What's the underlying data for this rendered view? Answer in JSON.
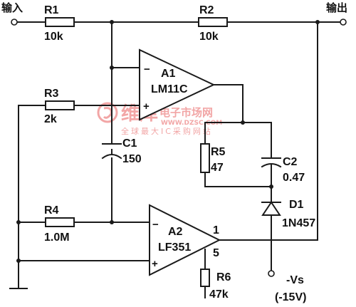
{
  "terminals": {
    "input": "输入",
    "output": "输出"
  },
  "components": {
    "R1": {
      "ref": "R1",
      "value": "10k"
    },
    "R2": {
      "ref": "R2",
      "value": "10k"
    },
    "R3": {
      "ref": "R3",
      "value": "2k"
    },
    "R4": {
      "ref": "R4",
      "value": "1.0M"
    },
    "R5": {
      "ref": "R5",
      "value": "47"
    },
    "R6": {
      "ref": "R6",
      "value": "47k"
    },
    "C1": {
      "ref": "C1",
      "value": "150"
    },
    "C2": {
      "ref": "C2",
      "value": "0.47"
    },
    "D1": {
      "ref": "D1",
      "value": "1N457"
    },
    "A1": {
      "ref": "A1",
      "part": "LM11C"
    },
    "A2": {
      "ref": "A2",
      "part": "LF351",
      "pin_out": "1",
      "pin_trim": "5"
    }
  },
  "supply": {
    "label": "-Vs",
    "value": "(-15V)"
  },
  "watermark": {
    "brand": "维库",
    "title": "电子市场网",
    "url": "WWW.DZSC.COM",
    "slogan": "全球最大IC采购网站"
  }
}
